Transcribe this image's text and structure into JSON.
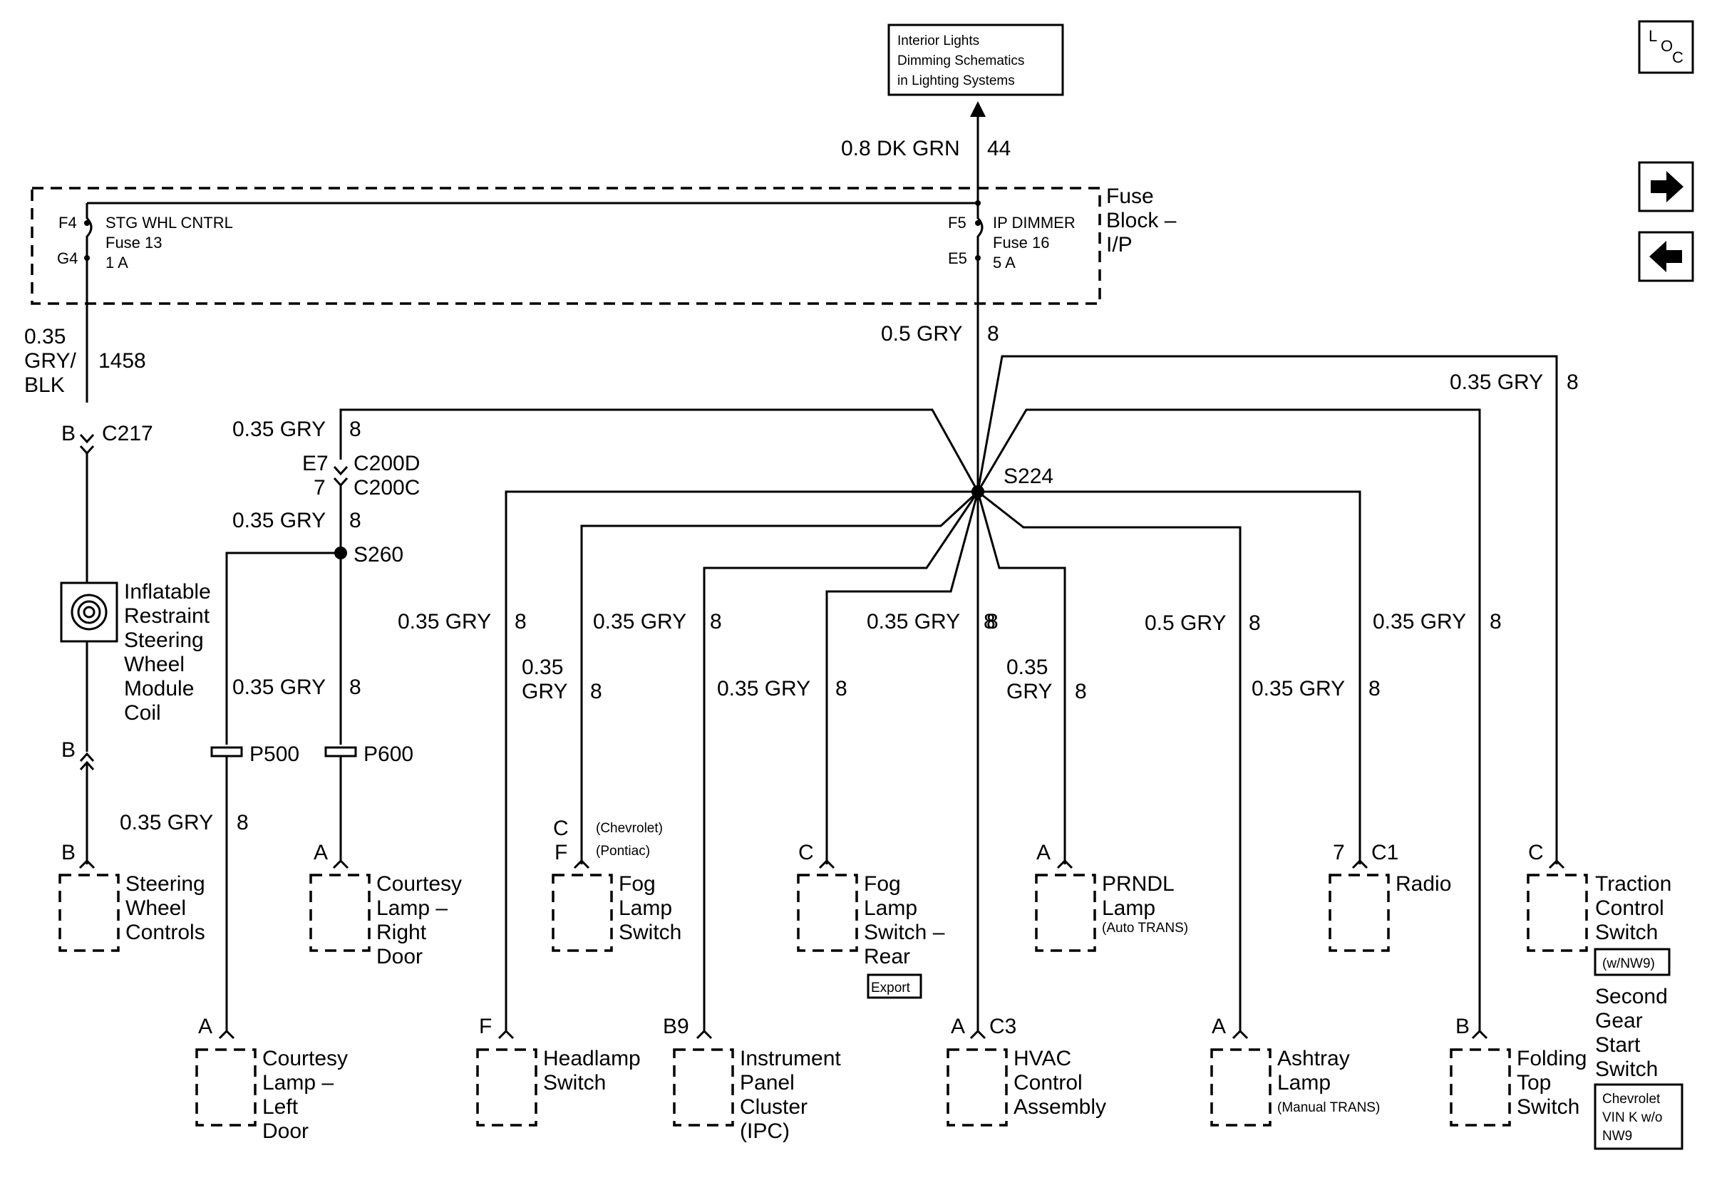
{
  "loc_label_l": "L",
  "loc_label_o": "O",
  "loc_label_c": "C",
  "ref_box": [
    "Interior Lights",
    "Dimming Schematics",
    "in Lighting Systems"
  ],
  "top_wire": {
    "gauge": "0.8 DK GRN",
    "circuit": "44"
  },
  "fuse_block": {
    "label": [
      "Fuse",
      "Block –",
      "I/P"
    ],
    "left_fuse": {
      "pin_in": "F4",
      "pin_out": "G4",
      "name": "STG WHL CNTRL",
      "fuse": "Fuse 13",
      "rating": "1 A"
    },
    "right_fuse": {
      "pin_in": "F5",
      "pin_out": "E5",
      "name": "IP DIMMER",
      "fuse": "Fuse 16",
      "rating": "5 A"
    }
  },
  "left_branch": {
    "wire_gauge": [
      "0.35",
      "GRY/",
      "BLK"
    ],
    "wire_circuit": "1458",
    "c217_pin": "B",
    "c217": "C217",
    "coil_label": [
      "Inflatable",
      "Restraint",
      "Steering",
      "Wheel",
      "Module",
      "Coil"
    ],
    "coil_pin_out": "B",
    "steering_pin": "B",
    "steering_label": [
      "Steering",
      "Wheel",
      "Controls"
    ]
  },
  "main_wire": {
    "gauge": "0.5 GRY",
    "circuit": "8"
  },
  "splice_s224": "S224",
  "s260_branch": {
    "wire1": {
      "gauge": "0.35 GRY",
      "circuit": "8"
    },
    "conn_pin_d": "E7",
    "conn_d": "C200D",
    "conn_pin_c": "7",
    "conn_c": "C200C",
    "wire2": {
      "gauge": "0.35 GRY",
      "circuit": "8"
    },
    "splice": "S260",
    "wire3": {
      "gauge": "0.35 GRY",
      "circuit": "8"
    },
    "p500": "P500",
    "p600": "P600",
    "wire4": {
      "gauge": "0.35 GRY",
      "circuit": "8"
    },
    "right_door_pin": "A",
    "right_door_label": [
      "Courtesy",
      "Lamp –",
      "Right",
      "Door"
    ],
    "left_door_pin": "A",
    "left_door_label": [
      "Courtesy",
      "Lamp –",
      "Left",
      "Door"
    ]
  },
  "branches": {
    "headlamp": {
      "gauge": "0.35 GRY",
      "circuit": "8",
      "pin": "F",
      "label": [
        "Headlamp",
        "Switch"
      ]
    },
    "fog_front": {
      "gauge": "0.35 GRY",
      "circuit": "8",
      "pin_c": "C",
      "pin_f": "F",
      "note_c": "(Chevrolet)",
      "note_f": "(Pontiac)",
      "label": [
        "Fog",
        "Lamp",
        "Switch"
      ]
    },
    "fog_front_wire2": {
      "gauge": [
        "0.35",
        "GRY"
      ],
      "circuit": "8"
    },
    "ipc": {
      "gauge": "0.35 GRY",
      "circuit": "8",
      "pin": "B9",
      "label": [
        "Instrument",
        "Panel",
        "Cluster",
        "(IPC)"
      ]
    },
    "fog_rear": {
      "gauge": "0.35 GRY",
      "circuit": "8",
      "pin": "C",
      "label": [
        "Fog",
        "Lamp",
        "Switch –",
        "Rear"
      ],
      "tag": "Export"
    },
    "hvac": {
      "gauge": "0.35 GRY",
      "circuit": "8",
      "pin": "A",
      "conn": "C3",
      "label": [
        "HVAC",
        "Control",
        "Assembly"
      ]
    },
    "prndl": {
      "gauge": [
        "0.35",
        "GRY"
      ],
      "circuit": "8",
      "pin": "A",
      "label": [
        "PRNDL",
        "Lamp"
      ],
      "note": "(Auto TRANS)"
    },
    "ashtray": {
      "gauge": "0.5 GRY",
      "circuit": "8",
      "pin": "A",
      "label": [
        "Ashtray",
        "Lamp"
      ],
      "note": "(Manual TRANS)"
    },
    "ashtray_wire2": {
      "gauge": "0.35 GRY",
      "circuit": "8"
    },
    "radio": {
      "gauge": "0.35 GRY",
      "circuit": "8",
      "pin": "7",
      "conn": "C1",
      "label": [
        "Radio"
      ]
    },
    "folding_top": {
      "pin": "B",
      "label": [
        "Folding",
        "Top",
        "Switch"
      ]
    },
    "traction": {
      "gauge": "0.35 GRY",
      "circuit": "8",
      "pin": "C",
      "label": [
        "Traction",
        "Control",
        "Switch"
      ],
      "tag": "(w/NW9)"
    },
    "second_gear": {
      "label": [
        "Second",
        "Gear",
        "Start",
        "Switch"
      ],
      "tag": [
        "Chevrolet",
        "VIN K w/o",
        "NW9"
      ]
    }
  }
}
